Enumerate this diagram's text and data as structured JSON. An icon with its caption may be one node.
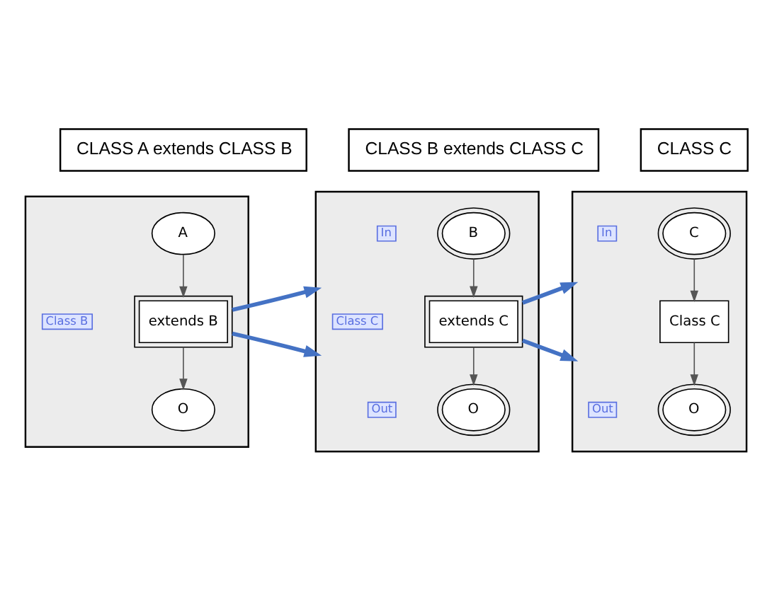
{
  "diagram": {
    "nodes": [
      {
        "text": [
          "CLASS A extends CLASS B"
        ]
      },
      {
        "text": [],
        "shape": "box"
      },
      {
        "text": [
          "A"
        ],
        "in": 1
      },
      {
        "text": [
          "extends B"
        ],
        "in": 1,
        "beside": [
          "Class B"
        ]
      },
      {
        "text": [
          "O"
        ],
        "in": 1
      },
      {
        "text": [
          "CLASS B extends CLASS C"
        ]
      },
      {
        "text": [],
        "shape": "box"
      },
      {
        "text": [
          "B"
        ],
        "in": 6,
        "beside": [
          "In"
        ]
      },
      {
        "text": [
          "extends C"
        ],
        "in": 6,
        "beside": [
          "Class C"
        ]
      },
      {
        "text": [
          "O"
        ],
        "in": 6,
        "beside": [
          "Out"
        ]
      },
      {
        "text": [
          "CLASS C"
        ]
      },
      {
        "text": [],
        "shape": "box"
      },
      {
        "text": [
          "C"
        ],
        "in": 11,
        "beside": [
          "In"
        ]
      },
      {
        "text": [
          "Class C"
        ],
        "in": 11
      },
      {
        "text": [
          "O"
        ],
        "in": 11,
        "beside": [
          "Out"
        ]
      }
    ],
    "edges": [
      {
        "from": 2,
        "to": 3,
        "arrow": "to"
      },
      {
        "from": 3,
        "to": 4,
        "arrow": "to"
      },
      {
        "from": 3,
        "to": 6,
        "arrow": "to",
        "style": "thick",
        "color": "#4472c4"
      },
      {
        "from": 3,
        "to": 6,
        "arrow": "to",
        "style": "thick",
        "color": "#4472c4"
      },
      {
        "from": 7,
        "to": 8,
        "arrow": "to"
      },
      {
        "from": 8,
        "to": 9,
        "arrow": "to"
      },
      {
        "from": 8,
        "to": 11,
        "arrow": "to",
        "style": "thick",
        "color": "#4472c4"
      },
      {
        "from": 8,
        "to": 11,
        "arrow": "to",
        "style": "thick",
        "color": "#4472c4"
      },
      {
        "from": 12,
        "to": 13,
        "arrow": "to"
      },
      {
        "from": 13,
        "to": 14,
        "arrow": "to"
      }
    ]
  }
}
